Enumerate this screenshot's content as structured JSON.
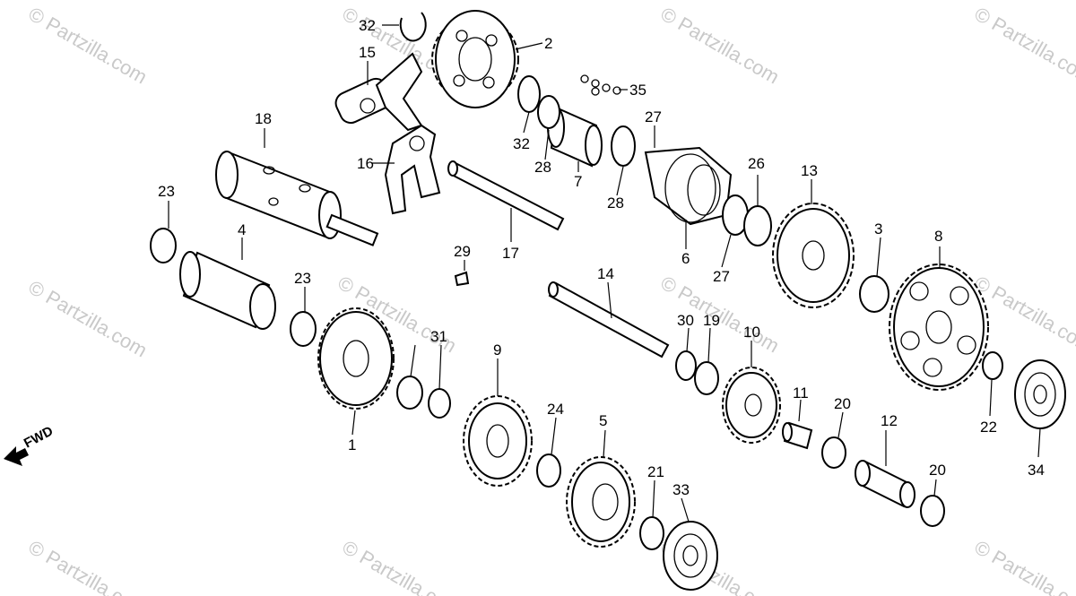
{
  "watermark_text": "© Partzilla.com",
  "direction_label": "FWD",
  "callouts": [
    {
      "num": "1"
    },
    {
      "num": "2"
    },
    {
      "num": "3"
    },
    {
      "num": "4"
    },
    {
      "num": "5"
    },
    {
      "num": "6"
    },
    {
      "num": "7"
    },
    {
      "num": "8"
    },
    {
      "num": "9"
    },
    {
      "num": "10"
    },
    {
      "num": "11"
    },
    {
      "num": "12"
    },
    {
      "num": "13"
    },
    {
      "num": "14"
    },
    {
      "num": "15"
    },
    {
      "num": "16"
    },
    {
      "num": "17"
    },
    {
      "num": "18"
    },
    {
      "num": "19"
    },
    {
      "num": "20"
    },
    {
      "num": "20"
    },
    {
      "num": "21"
    },
    {
      "num": "22"
    },
    {
      "num": "23"
    },
    {
      "num": "23"
    },
    {
      "num": "24"
    },
    {
      "num": "26"
    },
    {
      "num": "27"
    },
    {
      "num": "27"
    },
    {
      "num": "28"
    },
    {
      "num": "28"
    },
    {
      "num": "29"
    },
    {
      "num": "30"
    },
    {
      "num": "31"
    },
    {
      "num": "32"
    },
    {
      "num": "32"
    },
    {
      "num": "33"
    },
    {
      "num": "34"
    },
    {
      "num": "35"
    }
  ]
}
